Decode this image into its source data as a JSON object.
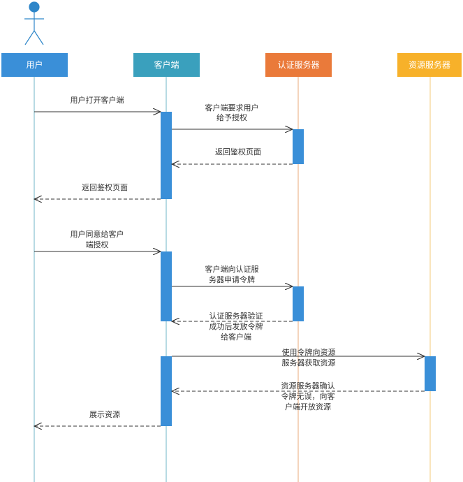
{
  "participants": [
    {
      "id": "user",
      "label": "用户",
      "color": "#3a8fd8",
      "lifeline": "#6fb6c7",
      "actor": true
    },
    {
      "id": "client",
      "label": "客户端",
      "color": "#3aa0bd",
      "lifeline": "#6fb6c7",
      "actor": false
    },
    {
      "id": "auth",
      "label": "认证服务器",
      "color": "#ea7a3a",
      "lifeline": "#e8a878",
      "actor": false
    },
    {
      "id": "res",
      "label": "资源服务器",
      "color": "#f7b12a",
      "lifeline": "#f3c87a",
      "actor": false
    }
  ],
  "activation_color": "#3a8fd8",
  "messages": [
    {
      "from": "user",
      "to": "client",
      "lines": [
        "用户打开客户端"
      ],
      "dashed": false
    },
    {
      "from": "client",
      "to": "auth",
      "lines": [
        "客户端要求用户",
        "给予授权"
      ],
      "dashed": false
    },
    {
      "from": "auth",
      "to": "client",
      "lines": [
        "返回鉴权页面"
      ],
      "dashed": true
    },
    {
      "from": "client",
      "to": "user",
      "lines": [
        "返回鉴权页面"
      ],
      "dashed": true
    },
    {
      "from": "user",
      "to": "client",
      "lines": [
        "用户同意给客户",
        "端授权"
      ],
      "dashed": false
    },
    {
      "from": "client",
      "to": "auth",
      "lines": [
        "客户端向认证服",
        "务器申请令牌"
      ],
      "dashed": false
    },
    {
      "from": "auth",
      "to": "client",
      "lines": [
        "认证服务器验证",
        "成功后发放令牌",
        "给客户端"
      ],
      "dashed": true
    },
    {
      "from": "client",
      "to": "res",
      "lines": [
        "使用令牌向资源",
        "服务器获取资源"
      ],
      "dashed": false
    },
    {
      "from": "res",
      "to": "client",
      "lines": [
        "资源服务器确认",
        "令牌无误，向客",
        "户端开放资源"
      ],
      "dashed": true
    },
    {
      "from": "client",
      "to": "user",
      "lines": [
        "展示资源"
      ],
      "dashed": true
    }
  ]
}
